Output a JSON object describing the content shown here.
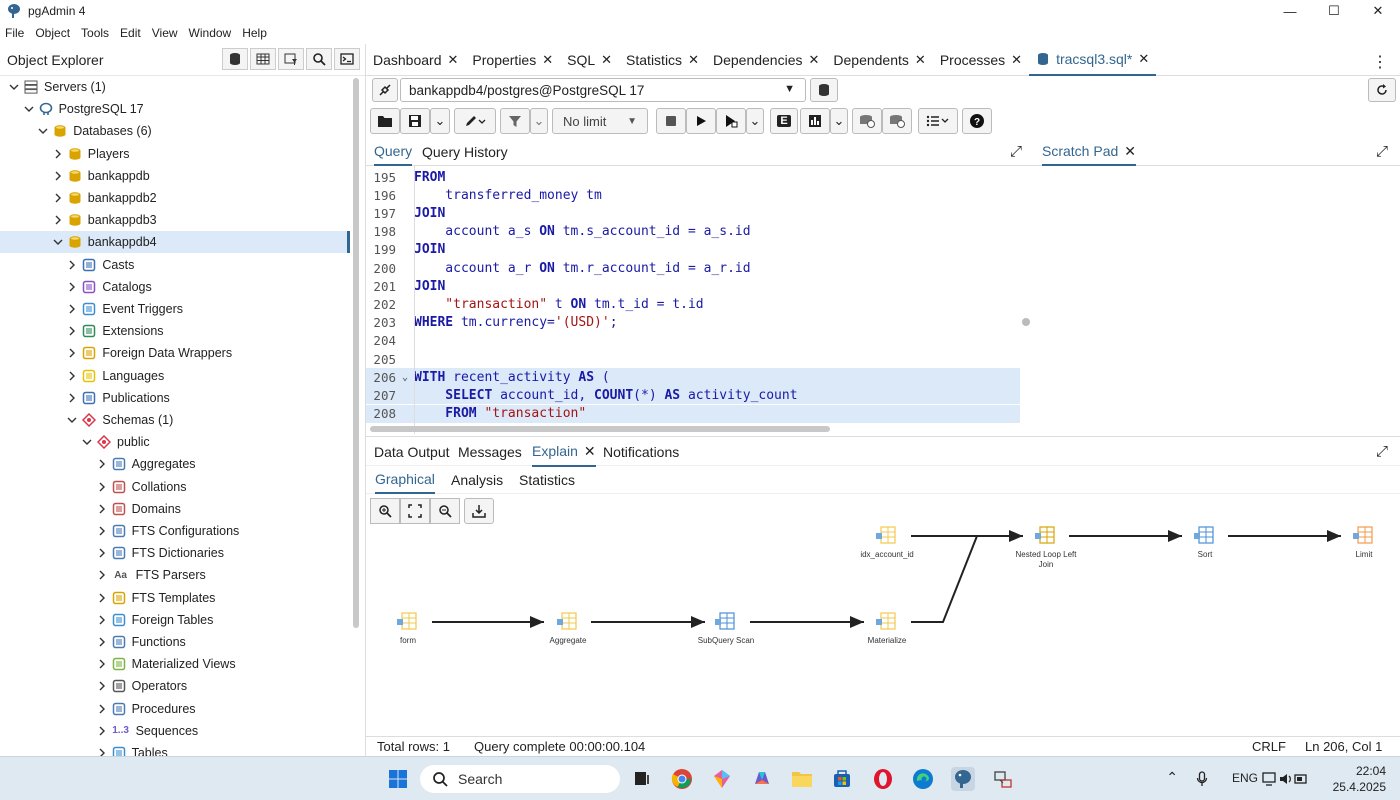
{
  "window": {
    "title": "pgAdmin 4",
    "minimize": "—",
    "maximize": "☐",
    "close": "✕"
  },
  "menu": [
    "File",
    "Object",
    "Tools",
    "Edit",
    "View",
    "Window",
    "Help"
  ],
  "object_explorer": {
    "title": "Object Explorer",
    "tree": [
      {
        "label": "Servers (1)",
        "level": 0,
        "expanded": true,
        "icon": "servers-icon",
        "color": "#5b5b5b"
      },
      {
        "label": "PostgreSQL 17",
        "level": 1,
        "expanded": true,
        "icon": "postgres-elephant-icon",
        "color": "#336791"
      },
      {
        "label": "Databases (6)",
        "level": 2,
        "expanded": true,
        "icon": "databases-icon",
        "color": "#d9a400"
      },
      {
        "label": "Players",
        "level": 3,
        "expanded": false,
        "icon": "database-icon",
        "color": "#d9a400"
      },
      {
        "label": "bankappdb",
        "level": 3,
        "expanded": false,
        "icon": "database-icon",
        "color": "#d9a400"
      },
      {
        "label": "bankappdb2",
        "level": 3,
        "expanded": false,
        "icon": "database-icon",
        "color": "#d9a400"
      },
      {
        "label": "bankappdb3",
        "level": 3,
        "expanded": false,
        "icon": "database-icon",
        "color": "#d9a400"
      },
      {
        "label": "bankappdb4",
        "level": 3,
        "expanded": true,
        "icon": "database-icon",
        "color": "#d9a400",
        "selected": true
      },
      {
        "label": "Casts",
        "level": 4,
        "expanded": false,
        "icon": "casts-icon",
        "color": "#3b6fb6"
      },
      {
        "label": "Catalogs",
        "level": 4,
        "expanded": false,
        "icon": "catalogs-icon",
        "color": "#8a4fc4"
      },
      {
        "label": "Event Triggers",
        "level": 4,
        "expanded": false,
        "icon": "event-triggers-icon",
        "color": "#3b8fd0"
      },
      {
        "label": "Extensions",
        "level": 4,
        "expanded": false,
        "icon": "extensions-icon",
        "color": "#2e8b57"
      },
      {
        "label": "Foreign Data Wrappers",
        "level": 4,
        "expanded": false,
        "icon": "foreign-data-wrappers-icon",
        "color": "#d9a400"
      },
      {
        "label": "Languages",
        "level": 4,
        "expanded": false,
        "icon": "languages-icon",
        "color": "#e6c200"
      },
      {
        "label": "Publications",
        "level": 4,
        "expanded": false,
        "icon": "publications-icon",
        "color": "#3b6fb6"
      },
      {
        "label": "Schemas (1)",
        "level": 4,
        "expanded": true,
        "icon": "schemas-icon",
        "color": "#d9364a"
      },
      {
        "label": "public",
        "level": 5,
        "expanded": true,
        "icon": "schema-icon",
        "color": "#d9364a"
      },
      {
        "label": "Aggregates",
        "level": 6,
        "expanded": false,
        "icon": "aggregates-icon",
        "color": "#4a7ab5"
      },
      {
        "label": "Collations",
        "level": 6,
        "expanded": false,
        "icon": "collations-icon",
        "color": "#c0504d"
      },
      {
        "label": "Domains",
        "level": 6,
        "expanded": false,
        "icon": "domains-icon",
        "color": "#c0504d"
      },
      {
        "label": "FTS Configurations",
        "level": 6,
        "expanded": false,
        "icon": "fts-configurations-icon",
        "color": "#4a7ab5"
      },
      {
        "label": "FTS Dictionaries",
        "level": 6,
        "expanded": false,
        "icon": "fts-dictionaries-icon",
        "color": "#4a7ab5"
      },
      {
        "label": "FTS Parsers",
        "level": 6,
        "expanded": false,
        "icon": "fts-parsers-icon",
        "color": "#555555",
        "icon_text": "Aa"
      },
      {
        "label": "FTS Templates",
        "level": 6,
        "expanded": false,
        "icon": "fts-templates-icon",
        "color": "#d9a400"
      },
      {
        "label": "Foreign Tables",
        "level": 6,
        "expanded": false,
        "icon": "foreign-tables-icon",
        "color": "#3b8fd0"
      },
      {
        "label": "Functions",
        "level": 6,
        "expanded": false,
        "icon": "functions-icon",
        "color": "#4a7ab5"
      },
      {
        "label": "Materialized Views",
        "level": 6,
        "expanded": false,
        "icon": "materialized-views-icon",
        "color": "#7cb342"
      },
      {
        "label": "Operators",
        "level": 6,
        "expanded": false,
        "icon": "operators-icon",
        "color": "#555555"
      },
      {
        "label": "Procedures",
        "level": 6,
        "expanded": false,
        "icon": "procedures-icon",
        "color": "#4a7ab5"
      },
      {
        "label": "Sequences",
        "level": 6,
        "expanded": false,
        "icon": "sequences-icon",
        "color": "#6a5acd",
        "icon_text": "1..3"
      },
      {
        "label": "Tables",
        "level": 6,
        "expanded": false,
        "icon": "tables-icon",
        "color": "#3b8fd0"
      }
    ]
  },
  "tabs": [
    {
      "label": "Dashboard",
      "active": false
    },
    {
      "label": "Properties",
      "active": false
    },
    {
      "label": "SQL",
      "active": false
    },
    {
      "label": "Statistics",
      "active": false
    },
    {
      "label": "Dependencies",
      "active": false
    },
    {
      "label": "Dependents",
      "active": false
    },
    {
      "label": "Processes",
      "active": false
    },
    {
      "label": "tracsql3.sql*",
      "active": true
    }
  ],
  "connection": {
    "value": "bankappdb4/postgres@PostgreSQL 17"
  },
  "toolbar": {
    "limit": "No limit",
    "explain_button": "E"
  },
  "query_tabs": [
    "Query",
    "Query History"
  ],
  "scratch_pad": {
    "label": "Scratch Pad"
  },
  "editor": {
    "lines": [
      {
        "n": "195",
        "tokens": [
          [
            "kw",
            "FROM"
          ]
        ]
      },
      {
        "n": "196",
        "tokens": [
          [
            "tx",
            "    transferred_money tm"
          ]
        ]
      },
      {
        "n": "197",
        "tokens": [
          [
            "kw",
            "JOIN"
          ]
        ]
      },
      {
        "n": "198",
        "tokens": [
          [
            "tx",
            "    account a_s "
          ],
          [
            "kw",
            "ON"
          ],
          [
            "tx",
            " tm.s_account_id = a_s.id"
          ]
        ]
      },
      {
        "n": "199",
        "tokens": [
          [
            "kw",
            "JOIN"
          ]
        ]
      },
      {
        "n": "200",
        "tokens": [
          [
            "tx",
            "    account a_r "
          ],
          [
            "kw",
            "ON"
          ],
          [
            "tx",
            " tm.r_account_id = a_r.id"
          ]
        ]
      },
      {
        "n": "201",
        "tokens": [
          [
            "kw",
            "JOIN"
          ]
        ]
      },
      {
        "n": "202",
        "tokens": [
          [
            "st",
            "    \"transaction\""
          ],
          [
            "tx",
            " t "
          ],
          [
            "kw",
            "ON"
          ],
          [
            "tx",
            " tm.t_id = t.id"
          ]
        ]
      },
      {
        "n": "203",
        "tokens": [
          [
            "kw",
            "WHERE"
          ],
          [
            "tx",
            " tm.currency="
          ],
          [
            "st",
            "'(USD)'"
          ],
          [
            "tx",
            ";"
          ]
        ]
      },
      {
        "n": "204",
        "tokens": []
      },
      {
        "n": "205",
        "tokens": []
      },
      {
        "n": "206",
        "fold": "⌄",
        "hl": true,
        "tokens": [
          [
            "kw",
            "WITH"
          ],
          [
            "tx",
            " recent_activity "
          ],
          [
            "kw",
            "AS"
          ],
          [
            "tx",
            " ("
          ]
        ]
      },
      {
        "n": "207",
        "hl": true,
        "tokens": [
          [
            "kw",
            "    SELECT"
          ],
          [
            "tx",
            " account_id, "
          ],
          [
            "kw",
            "COUNT"
          ],
          [
            "tx",
            "(*) "
          ],
          [
            "kw",
            "AS"
          ],
          [
            "tx",
            " activity_count"
          ]
        ]
      },
      {
        "n": "208",
        "hl": true,
        "tokens": [
          [
            "kw",
            "    FROM"
          ],
          [
            "st",
            " \"transaction\""
          ]
        ]
      }
    ]
  },
  "output_tabs": [
    "Data Output",
    "Messages",
    "Explain",
    "Notifications"
  ],
  "explain_tabs": [
    "Graphical",
    "Analysis",
    "Statistics"
  ],
  "plan": {
    "nodes": [
      {
        "id": "form",
        "label": "form"
      },
      {
        "id": "aggregate",
        "label": "Aggregate"
      },
      {
        "id": "subquery",
        "label": "SubQuery Scan"
      },
      {
        "id": "materialize",
        "label": "Materialize"
      },
      {
        "id": "idx",
        "label": "idx_account_id"
      },
      {
        "id": "nested",
        "label": "Nested Loop Left Join"
      },
      {
        "id": "sort",
        "label": "Sort"
      },
      {
        "id": "limit",
        "label": "Limit"
      }
    ]
  },
  "status": {
    "rows": "Total rows: 1",
    "query": "Query complete 00:00:00.104",
    "eol": "CRLF",
    "position": "Ln 206, Col 1"
  },
  "taskbar": {
    "search": "Search",
    "lang": "ENG",
    "time": "22:04",
    "date": "25.4.2025"
  },
  "colors": {
    "accent": "#326690",
    "selection": "#dbe9f8",
    "taskbar": "#dfe9f1"
  }
}
